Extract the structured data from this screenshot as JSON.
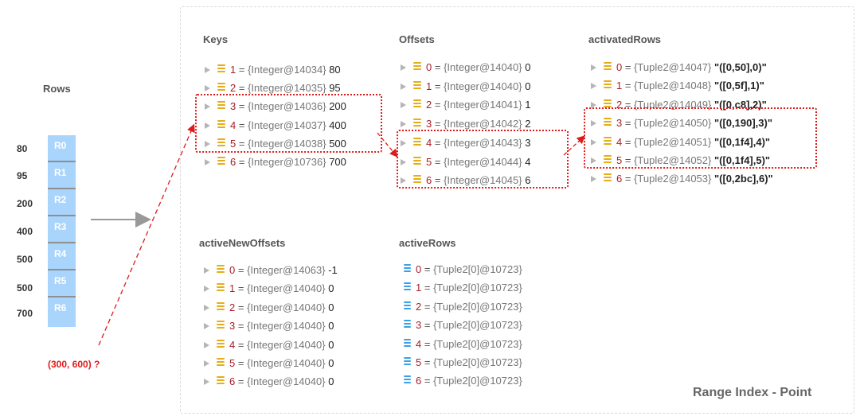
{
  "rows": {
    "title": "Rows",
    "items": [
      {
        "tick": "80",
        "label": "R0"
      },
      {
        "tick": "95",
        "label": "R1"
      },
      {
        "tick": "200",
        "label": "R2"
      },
      {
        "tick": "400",
        "label": "R3"
      },
      {
        "tick": "500",
        "label": "R4"
      },
      {
        "tick": "500",
        "label": "R5"
      },
      {
        "tick": "700",
        "label": "R6"
      }
    ],
    "query": "(300, 600) ?"
  },
  "keys": {
    "title": "Keys",
    "entries": [
      {
        "index": "1",
        "type": "{Integer@14034}",
        "value": "80"
      },
      {
        "index": "2",
        "type": "{Integer@14035}",
        "value": "95"
      },
      {
        "index": "3",
        "type": "{Integer@14036}",
        "value": "200"
      },
      {
        "index": "4",
        "type": "{Integer@14037}",
        "value": "400"
      },
      {
        "index": "5",
        "type": "{Integer@14038}",
        "value": "500"
      },
      {
        "index": "6",
        "type": "{Integer@10736}",
        "value": "700"
      }
    ]
  },
  "offsets": {
    "title": "Offsets",
    "entries": [
      {
        "index": "0",
        "type": "{Integer@14040}",
        "value": "0"
      },
      {
        "index": "1",
        "type": "{Integer@14040}",
        "value": "0"
      },
      {
        "index": "2",
        "type": "{Integer@14041}",
        "value": "1"
      },
      {
        "index": "3",
        "type": "{Integer@14042}",
        "value": "2"
      },
      {
        "index": "4",
        "type": "{Integer@14043}",
        "value": "3"
      },
      {
        "index": "5",
        "type": "{Integer@14044}",
        "value": "4"
      },
      {
        "index": "6",
        "type": "{Integer@14045}",
        "value": "6"
      }
    ]
  },
  "activated_rows": {
    "title": "activatedRows",
    "entries": [
      {
        "index": "0",
        "type": "{Tuple2@14047}",
        "value": "\"([0,50],0)\""
      },
      {
        "index": "1",
        "type": "{Tuple2@14048}",
        "value": "\"([0,5f],1)\""
      },
      {
        "index": "2",
        "type": "{Tuple2@14049}",
        "value": "\"([0,c8],2)\""
      },
      {
        "index": "3",
        "type": "{Tuple2@14050}",
        "value": "\"([0,190],3)\""
      },
      {
        "index": "4",
        "type": "{Tuple2@14051}",
        "value": "\"([0,1f4],4)\""
      },
      {
        "index": "5",
        "type": "{Tuple2@14052}",
        "value": "\"([0,1f4],5)\""
      },
      {
        "index": "6",
        "type": "{Tuple2@14053}",
        "value": "\"([0,2bc],6)\""
      }
    ]
  },
  "active_new_offsets": {
    "title": "activeNewOffsets",
    "entries": [
      {
        "index": "0",
        "type": "{Integer@14063}",
        "value": "-1"
      },
      {
        "index": "1",
        "type": "{Integer@14040}",
        "value": "0"
      },
      {
        "index": "2",
        "type": "{Integer@14040}",
        "value": "0"
      },
      {
        "index": "3",
        "type": "{Integer@14040}",
        "value": "0"
      },
      {
        "index": "4",
        "type": "{Integer@14040}",
        "value": "0"
      },
      {
        "index": "5",
        "type": "{Integer@14040}",
        "value": "0"
      },
      {
        "index": "6",
        "type": "{Integer@14040}",
        "value": "0"
      }
    ]
  },
  "active_rows": {
    "title": "activeRows",
    "entries": [
      {
        "index": "0",
        "type": "{Tuple2[0]@10723}"
      },
      {
        "index": "1",
        "type": "{Tuple2[0]@10723}"
      },
      {
        "index": "2",
        "type": "{Tuple2[0]@10723}"
      },
      {
        "index": "3",
        "type": "{Tuple2[0]@10723}"
      },
      {
        "index": "4",
        "type": "{Tuple2[0]@10723}"
      },
      {
        "index": "5",
        "type": "{Tuple2[0]@10723}"
      },
      {
        "index": "6",
        "type": "{Tuple2[0]@10723}"
      }
    ]
  },
  "footer": {
    "label": "Range Index - Point"
  },
  "colors": {
    "highlight": "#e01b1b",
    "row_fill": "#a9d4fb",
    "index_text": "#a8202a",
    "list_icon": "#e6ad17",
    "array_icon": "#3aa0ea"
  }
}
